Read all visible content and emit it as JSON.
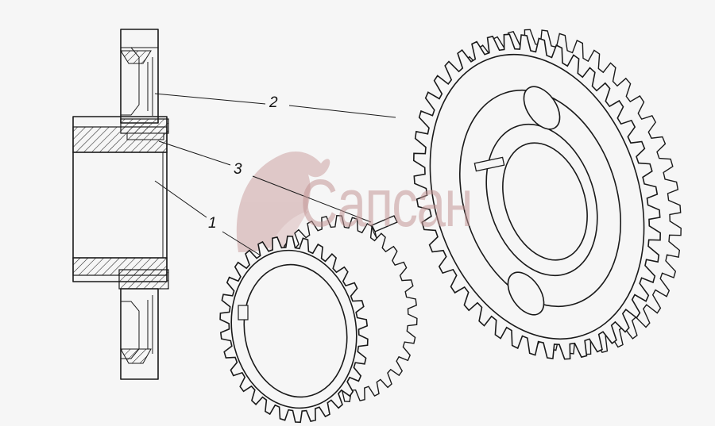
{
  "drawing": {
    "callouts": [
      {
        "id": "part-1",
        "label": "1"
      },
      {
        "id": "part-2",
        "label": "2"
      },
      {
        "id": "part-3",
        "label": "3"
      }
    ]
  },
  "watermark": {
    "text": "Сапсан",
    "color": "#c39696"
  }
}
